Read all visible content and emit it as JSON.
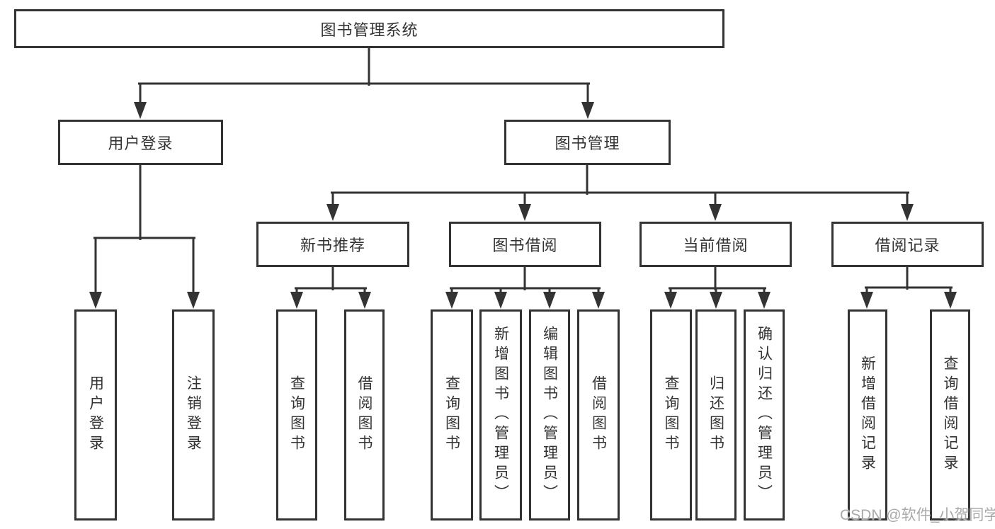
{
  "tree": {
    "label": "图书管理系统",
    "children": [
      {
        "label": "用户登录",
        "children": [
          {
            "label": "用户登录"
          },
          {
            "label": "注销登录"
          }
        ]
      },
      {
        "label": "图书管理",
        "children": [
          {
            "label": "新书推荐",
            "children": [
              {
                "label": "查询图书"
              },
              {
                "label": "借阅图书"
              }
            ]
          },
          {
            "label": "图书借阅",
            "children": [
              {
                "label": "查询图书"
              },
              {
                "label": "新增图书（管理员）"
              },
              {
                "label": "编辑图书（管理员）"
              },
              {
                "label": "借阅图书"
              }
            ]
          },
          {
            "label": "当前借阅",
            "children": [
              {
                "label": "查询图书"
              },
              {
                "label": "归还图书"
              },
              {
                "label": "确认归还（管理员）"
              }
            ]
          },
          {
            "label": "借阅记录",
            "children": [
              {
                "label": "新增借阅记录"
              },
              {
                "label": "查询借阅记录"
              }
            ]
          }
        ]
      }
    ]
  },
  "watermark": "CSDN @软件_小贺同学",
  "colors": {
    "line": "#333333",
    "border": "#333333",
    "text": "#333333",
    "watermark": "#a9a9a9",
    "background": "#ffffff"
  }
}
